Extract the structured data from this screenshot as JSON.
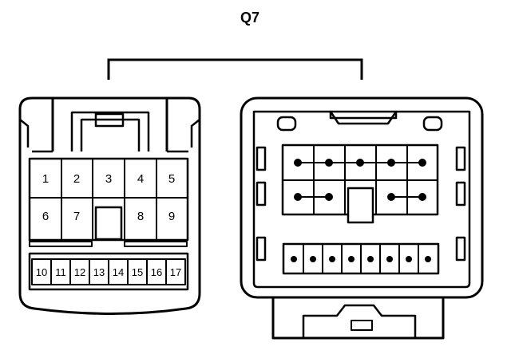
{
  "title": "Q7",
  "colors": {
    "line": "#000000",
    "background": "#ffffff"
  },
  "left_connector": {
    "upper_pins": [
      "1",
      "2",
      "3",
      "4",
      "5",
      "6",
      "7",
      "8",
      "9"
    ],
    "lower_pins": [
      "10",
      "11",
      "12",
      "13",
      "14",
      "15",
      "16",
      "17"
    ]
  }
}
